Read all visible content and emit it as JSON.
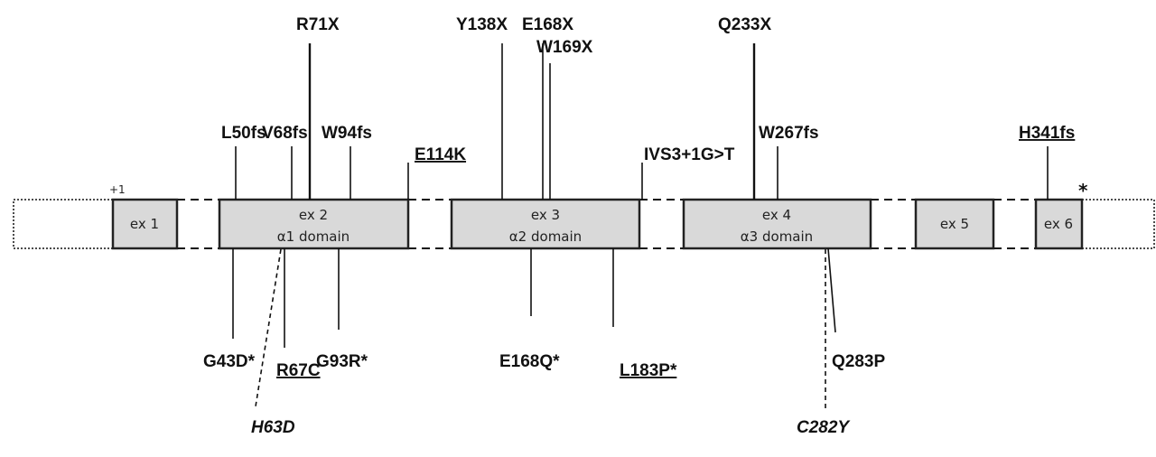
{
  "diagram": {
    "start_marker": "+1",
    "stop_marker": "*",
    "exons": [
      {
        "name": "ex 1",
        "domain": ""
      },
      {
        "name": "ex 2",
        "domain": "α1 domain"
      },
      {
        "name": "ex 3",
        "domain": "α2 domain"
      },
      {
        "name": "ex 4",
        "domain": "α3 domain"
      },
      {
        "name": "ex 5",
        "domain": ""
      },
      {
        "name": "ex 6",
        "domain": ""
      }
    ],
    "mutations_above": [
      "L50fs",
      "V68fs",
      "R71X",
      "W94fs",
      "E114K",
      "Y138X",
      "E168X",
      "W169X",
      "IVS3+1G>T",
      "Q233X",
      "W267fs",
      "H341fs"
    ],
    "mutations_below": [
      "G43D*",
      "R67C",
      "H63D",
      "G93R*",
      "E168Q*",
      "L183P*",
      "Q283P",
      "C282Y"
    ]
  }
}
